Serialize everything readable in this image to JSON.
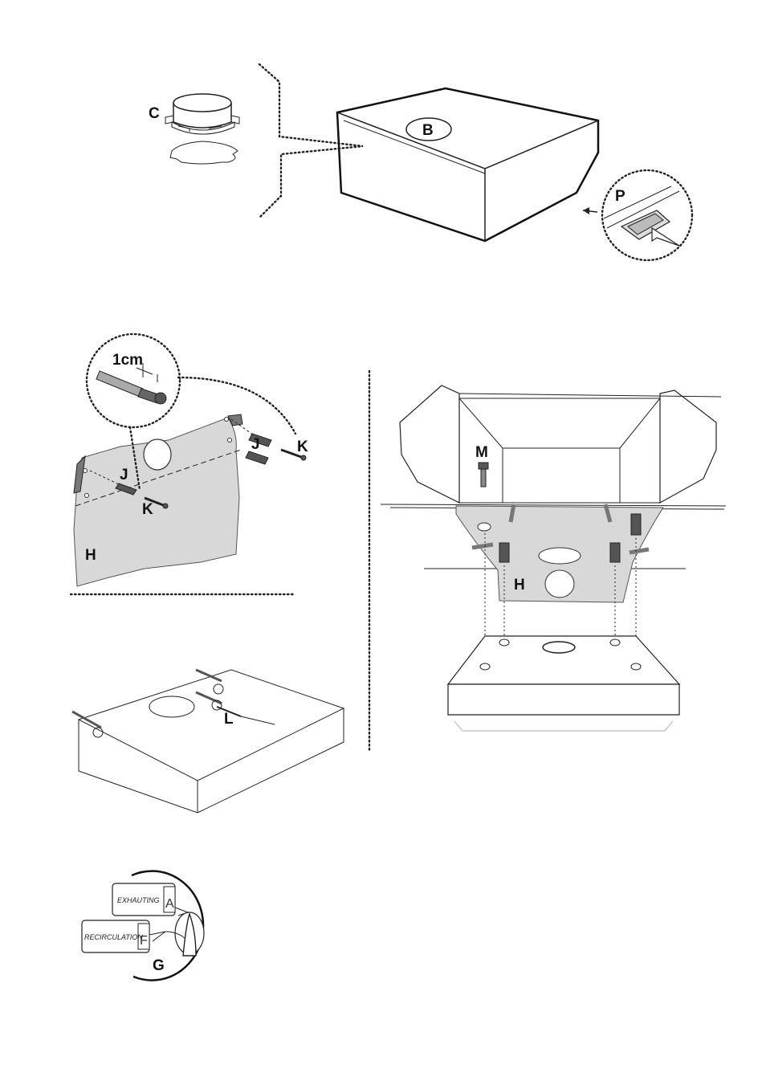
{
  "labels": {
    "c": "C",
    "b": "B",
    "p": "P",
    "one_cm": "1cm",
    "j_left": "J",
    "j_right": "J",
    "k_left": "K",
    "k_right": "K",
    "h_left": "H",
    "h_right": "H",
    "l": "L",
    "m": "M",
    "g": "G"
  },
  "selector": {
    "exhaust_text": "EXHAUTING",
    "exhaust_letter": "A",
    "recirc_text": "RECIRCULATION",
    "recirc_letter": "F"
  }
}
